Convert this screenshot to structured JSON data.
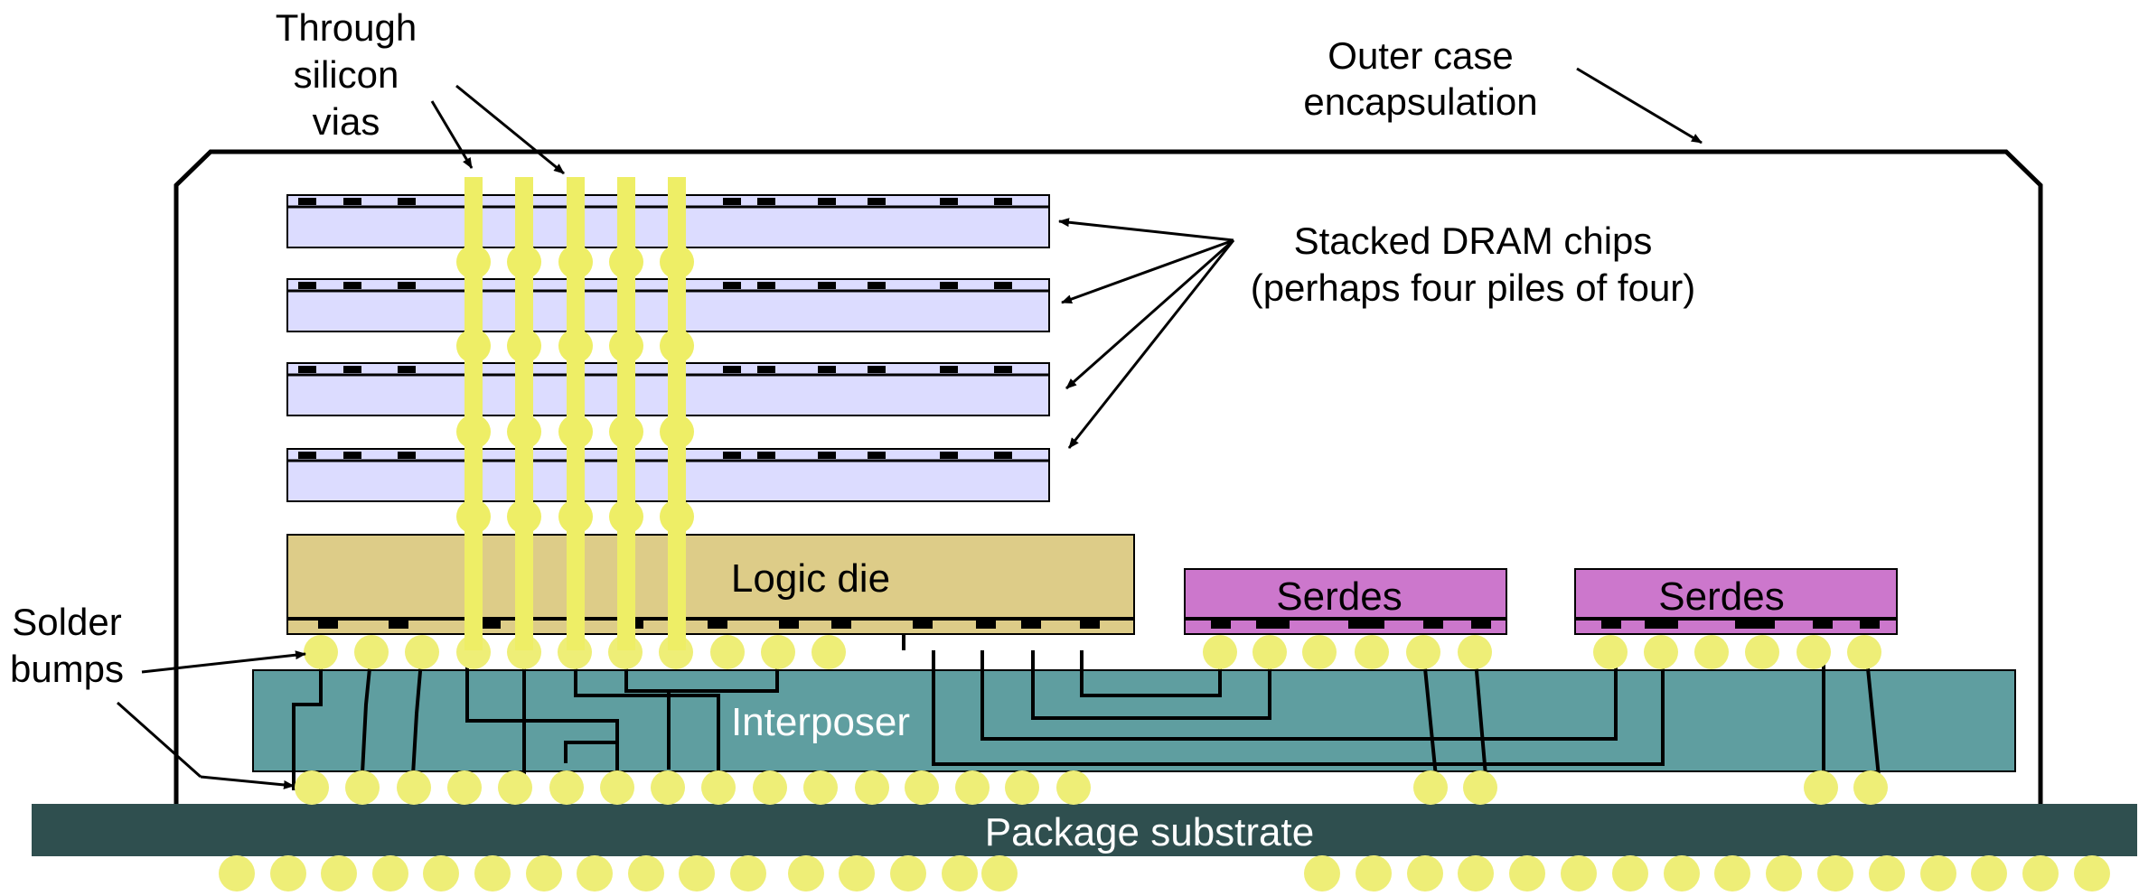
{
  "labels": {
    "tsv_line1": "Through",
    "tsv_line2": "silicon",
    "tsv_line3": "vias",
    "case_line1": "Outer case",
    "case_line2": "encapsulation",
    "dram_line1": "Stacked DRAM chips",
    "dram_line2": "(perhaps four piles of four)",
    "logic": "Logic die",
    "serdes1": "Serdes",
    "serdes2": "Serdes",
    "solder_line1": "Solder",
    "solder_line2": "bumps",
    "interposer": "Interposer",
    "substrate": "Package substrate"
  },
  "colors": {
    "dram": "#dcdcff",
    "logic": "#ddcc88",
    "serdes": "#cc77cc",
    "interposer": "#5f9ea0",
    "substrate": "#2f4f4f",
    "via": "#eeee66",
    "bump": "#eeee77",
    "outline": "#000000"
  }
}
